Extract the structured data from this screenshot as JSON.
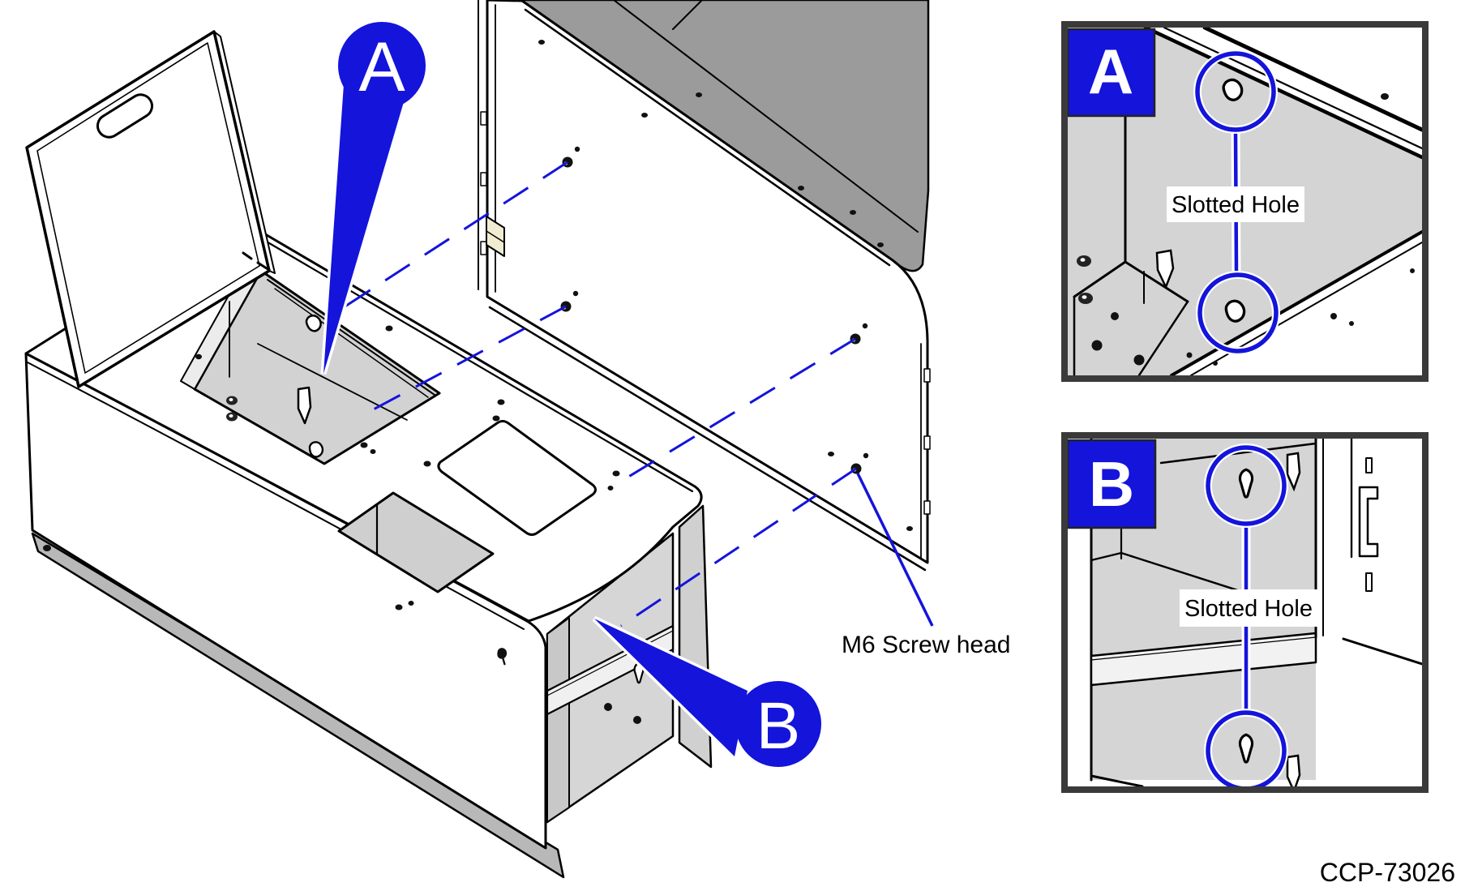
{
  "figure_code": "CCP-73026",
  "colors": {
    "accent_blue": "#1414DB",
    "box_border": "#3A3A3A",
    "panel_top_gray": "#9B9B9B",
    "interior_gray": "#D4D4D4",
    "skirt_gray": "#B8B8B8"
  },
  "main": {
    "callout_a": "A",
    "callout_b": "B",
    "m6_label": "M6 Screw head"
  },
  "detail_a": {
    "letter": "A",
    "label": "Slotted Hole"
  },
  "detail_b": {
    "letter": "B",
    "label": "Slotted Hole"
  }
}
